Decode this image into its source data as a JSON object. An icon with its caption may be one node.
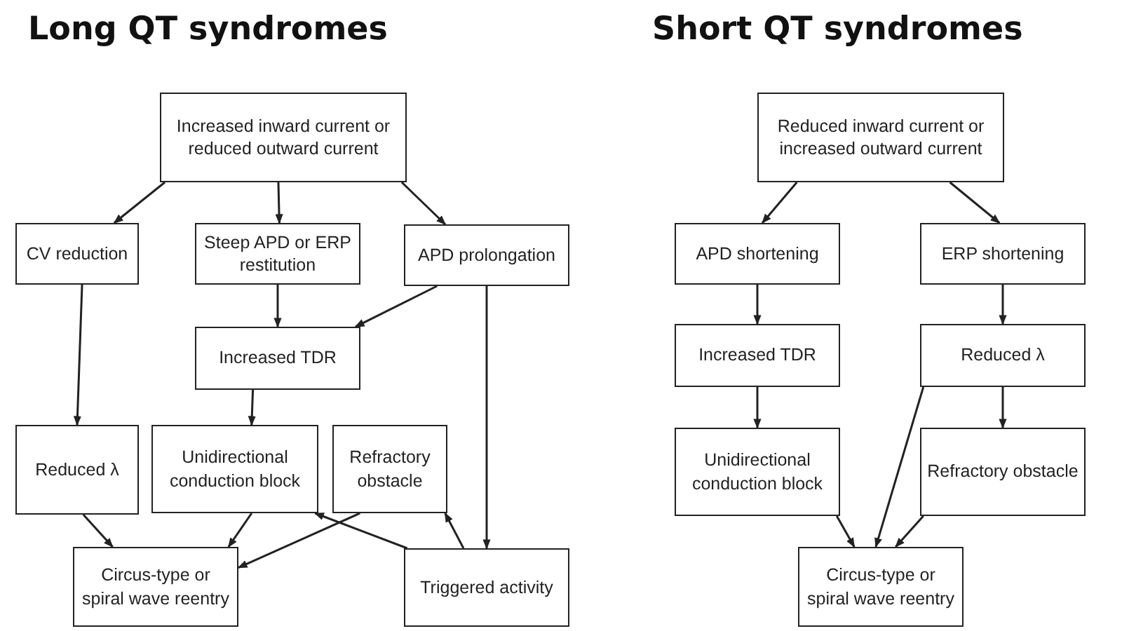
{
  "diagram": {
    "nodes": [
      {
        "text": [
          "Increased inward current or reduced outward current"
        ]
      },
      {
        "text": [
          "CV reduction"
        ]
      },
      {
        "text": [
          "Steep APD or ERP restitution"
        ]
      },
      {
        "text": [
          "APD prolongation"
        ]
      },
      {
        "text": [
          "Increased TDR"
        ]
      },
      {
        "text": [
          "Reduced λ"
        ]
      },
      {
        "text": [
          "Unidirectional conduction block"
        ]
      },
      {
        "text": [
          "Refractory obstacle"
        ]
      },
      {
        "text": [
          "Circus-type or spiral wave reentry"
        ]
      },
      {
        "text": [
          "Triggered activity"
        ]
      },
      {
        "text": [
          "Reduced inward current or increased outward current"
        ]
      },
      {
        "text": [
          "APD shortening"
        ]
      },
      {
        "text": [
          "ERP shortening"
        ]
      },
      {
        "text": [
          "Increased TDR"
        ]
      },
      {
        "text": [
          "Reduced λ"
        ]
      },
      {
        "text": [
          "Unidirectional conduction block"
        ]
      },
      {
        "text": [
          "Refractory obstacle"
        ]
      },
      {
        "text": [
          "Circus-type or spiral wave reentry"
        ]
      }
    ],
    "edges": [
      {
        "from": 0,
        "to": 1,
        "arrow": "to"
      },
      {
        "from": 0,
        "to": 2,
        "arrow": "to"
      },
      {
        "from": 0,
        "to": 3,
        "arrow": "to"
      },
      {
        "from": 1,
        "to": 5,
        "arrow": "to"
      },
      {
        "from": 2,
        "to": 4,
        "arrow": "to"
      },
      {
        "from": 3,
        "to": 4,
        "arrow": "to"
      },
      {
        "from": 3,
        "to": 9,
        "arrow": "to"
      },
      {
        "from": 4,
        "to": 6,
        "arrow": "to"
      },
      {
        "from": 5,
        "to": 8,
        "arrow": "to"
      },
      {
        "from": 6,
        "to": 8,
        "arrow": "to"
      },
      {
        "from": 7,
        "to": 8,
        "arrow": "to"
      },
      {
        "from": 9,
        "to": 6,
        "arrow": "to"
      },
      {
        "from": 9,
        "to": 7,
        "arrow": "to"
      },
      {
        "from": 10,
        "to": 11,
        "arrow": "to"
      },
      {
        "from": 10,
        "to": 12,
        "arrow": "to"
      },
      {
        "from": 11,
        "to": 13,
        "arrow": "to"
      },
      {
        "from": 12,
        "to": 14,
        "arrow": "to"
      },
      {
        "from": 13,
        "to": 15,
        "arrow": "to"
      },
      {
        "from": 14,
        "to": 16,
        "arrow": "to"
      },
      {
        "from": 15,
        "to": 17,
        "arrow": "to"
      },
      {
        "from": 14,
        "to": 17,
        "arrow": "to"
      },
      {
        "from": 16,
        "to": 17,
        "arrow": "to"
      }
    ],
    "labels": [
      "Long QT syndromes",
      "Short QT syndromes"
    ]
  }
}
